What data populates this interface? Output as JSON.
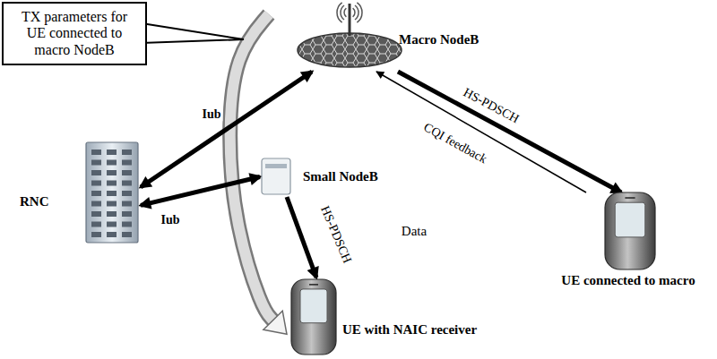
{
  "diagram": {
    "nodes": [
      {
        "text": [
          "TX parameters for UE connected to macro NodeB"
        ]
      },
      {
        "text": [
          "Macro NodeB"
        ]
      },
      {
        "text": [
          "RNC"
        ]
      },
      {
        "text": [
          "Small NodeB"
        ]
      },
      {
        "text": [
          "UE connected to macro"
        ]
      },
      {
        "text": [
          "UE with NAIC receiver"
        ]
      }
    ],
    "edges": [
      {
        "from": 2,
        "to": 1,
        "arrow": "both",
        "label": "Iub"
      },
      {
        "from": 2,
        "to": 3,
        "arrow": "both",
        "label": "Iub"
      },
      {
        "from": 1,
        "to": 4,
        "arrow": "to",
        "label": "HS-PDSCH"
      },
      {
        "from": 4,
        "to": 1,
        "arrow": "to",
        "label": "CQI feedback"
      },
      {
        "from": 3,
        "to": 5,
        "arrow": "to",
        "label": "HS-PDSCH"
      },
      {
        "from": 1,
        "to": 5,
        "arrow": "to"
      }
    ],
    "labels": [
      "Data"
    ]
  }
}
